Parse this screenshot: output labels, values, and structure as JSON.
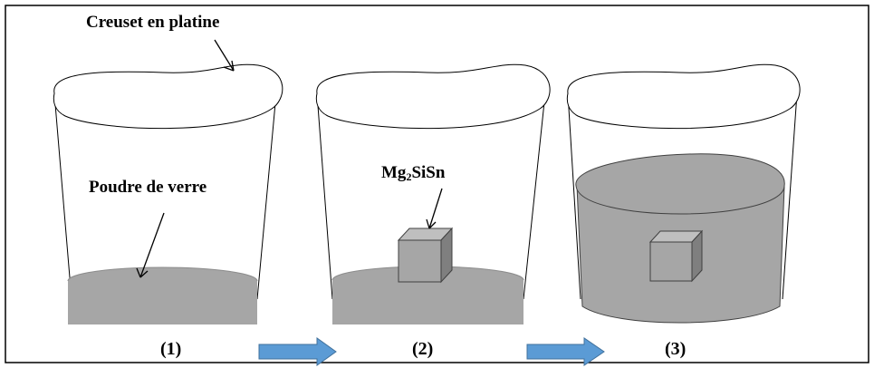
{
  "labels": {
    "crucible": "Creuset en platine",
    "powder": "Poudre de verre",
    "compound_main": "Mg",
    "compound_sub": "2",
    "compound_rest": "SiSn"
  },
  "steps": [
    {
      "caption": "(1)"
    },
    {
      "caption": "(2)"
    },
    {
      "caption": "(3)"
    }
  ],
  "colors": {
    "powder_fill": "#a6a6a6",
    "cube_face": "#a6a6a6",
    "cube_side": "#7f7f7f",
    "arrow": "#5b9bd5",
    "outline": "#000000"
  }
}
